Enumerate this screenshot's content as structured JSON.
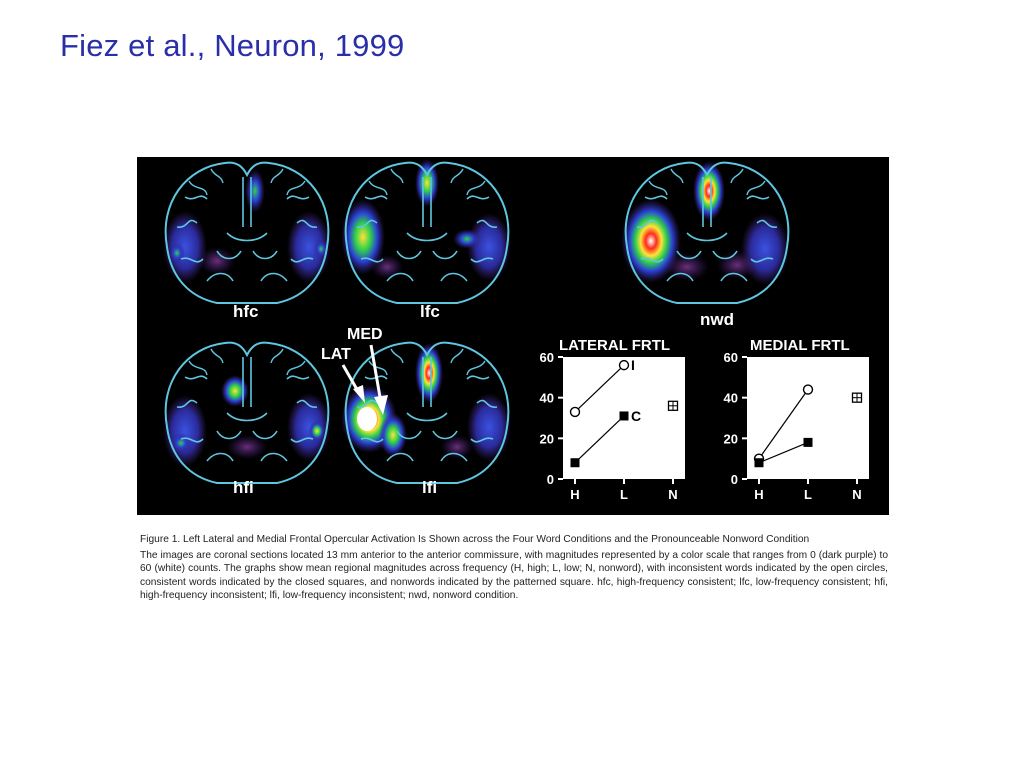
{
  "slide": {
    "title": "Fiez et al., Neuron, 1999"
  },
  "brain_labels": {
    "hfc": "hfc",
    "lfc": "lfc",
    "nwd": "nwd",
    "hfi": "hfi",
    "lfi": "lfi",
    "lat": "LAT",
    "med": "MED"
  },
  "colors": {
    "title": "#2a2fa8",
    "panel_bg": "#000000",
    "outline": "#5fc6e0",
    "scale_low": "#3b1f6e",
    "scale_high": "#ffffff"
  },
  "chart_data": [
    {
      "type": "line",
      "title": "LATERAL FRTL",
      "categories": [
        "H",
        "L",
        "N"
      ],
      "ylim": [
        0,
        60
      ],
      "yticks": [
        0,
        20,
        40,
        60
      ],
      "series": [
        {
          "name": "I",
          "marker": "open-circle",
          "values": [
            33,
            56,
            null
          ]
        },
        {
          "name": "C",
          "marker": "closed-square",
          "values": [
            8,
            31,
            null
          ]
        },
        {
          "name": "",
          "marker": "patterned-square",
          "values": [
            null,
            null,
            36
          ]
        }
      ],
      "legend": "inline"
    },
    {
      "type": "line",
      "title": "MEDIAL FRTL",
      "categories": [
        "H",
        "L",
        "N"
      ],
      "ylim": [
        0,
        60
      ],
      "yticks": [
        0,
        20,
        40,
        60
      ],
      "series": [
        {
          "name": "",
          "marker": "open-circle",
          "values": [
            10,
            44,
            null
          ]
        },
        {
          "name": "",
          "marker": "closed-square",
          "values": [
            8,
            18,
            null
          ]
        },
        {
          "name": "",
          "marker": "patterned-square",
          "values": [
            null,
            null,
            40
          ]
        }
      ],
      "legend": "none"
    }
  ],
  "caption": {
    "heading_label": "Figure 1.",
    "heading_text": "Left Lateral and Medial Frontal Opercular Activation Is Shown across the Four Word Conditions and the Pronounceable Nonword Condition",
    "body": "The images are coronal sections located 13 mm anterior to the anterior commissure, with magnitudes represented by a color scale that ranges from 0 (dark purple) to 60 (white) counts. The graphs show mean regional magnitudes across frequency (H, high; L, low; N, nonword), with inconsistent words indicated by the open circles, consistent words indicated by the closed squares, and nonwords indicated by the patterned square. hfc, high-frequency consistent; lfc, low-frequency consistent; hfi, high-frequency inconsistent; lfi, low-frequency inconsistent; nwd, nonword condition."
  }
}
